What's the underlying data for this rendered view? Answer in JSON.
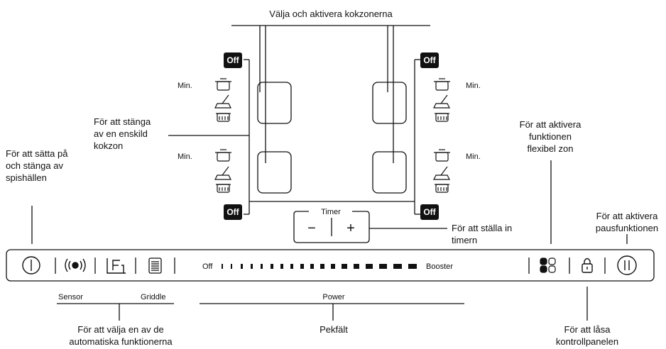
{
  "top_title": "Välja och aktivera kokzonerna",
  "labels": {
    "switch_off_zone": "För att stänga\nav en enskild\nkokzon",
    "power_on_off": "För att sätta på\noch stänga av\nspishällen",
    "flex_zone": "För att aktivera\nfunktionen\nflexibel zon",
    "pause": "För att aktivera\npausfunktionen",
    "timer_set": "För att ställa in\ntimern",
    "auto_functions": "För att välja en av de\nautomatiska funktionerna",
    "touch_field": "Pekfält",
    "lock_panel": "För att låsa\nkontrollpanelen"
  },
  "zone_labels": {
    "min": "Min.",
    "off": "Off"
  },
  "timer": {
    "title": "Timer",
    "minus": "−",
    "plus": "+"
  },
  "panel": {
    "slider_start": "Off",
    "slider_end": "Booster",
    "sensor_label": "Sensor",
    "griddle_label": "Griddle",
    "power_label": "Power"
  },
  "icons": [
    "power-icon",
    "sensor-waves-icon",
    "griddle-icon",
    "menu-list-icon",
    "flex-zone-icon",
    "lock-icon",
    "pause-icon",
    "pot-icon",
    "whisk-icon",
    "grill-pot-icon"
  ]
}
